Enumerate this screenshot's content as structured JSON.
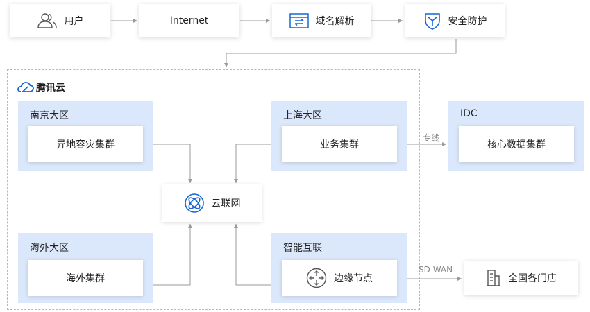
{
  "top_flow": {
    "user": {
      "label": "用户",
      "icon": "users-icon"
    },
    "internet": {
      "label": "Internet"
    },
    "dns": {
      "label": "域名解析",
      "icon": "dns-resolution-icon"
    },
    "security": {
      "label": "安全防护",
      "icon": "shield-icon"
    }
  },
  "cloud": {
    "brand": "腾讯云",
    "brand_icon": "tencent-cloud-logo-icon"
  },
  "regions": {
    "nanjing": {
      "label": "南京大区",
      "node": "异地容灾集群"
    },
    "shanghai": {
      "label": "上海大区",
      "node": "业务集群"
    },
    "overseas": {
      "label": "海外大区",
      "node": "海外集群"
    },
    "smart": {
      "label": "智能互联",
      "node": "边缘节点",
      "node_icon": "router-icon"
    },
    "idc": {
      "label": "IDC",
      "node": "核心数据集群"
    }
  },
  "hub": {
    "label": "云联网",
    "icon": "ccn-icon"
  },
  "stores": {
    "label": "全国各门店",
    "icon": "building-icon"
  },
  "links": {
    "dedicated_line": "专线",
    "sd_wan": "SD-WAN"
  },
  "colors": {
    "accent": "#1766d6",
    "region_bg": "#dbe8fb",
    "line": "#9a9a9a"
  }
}
